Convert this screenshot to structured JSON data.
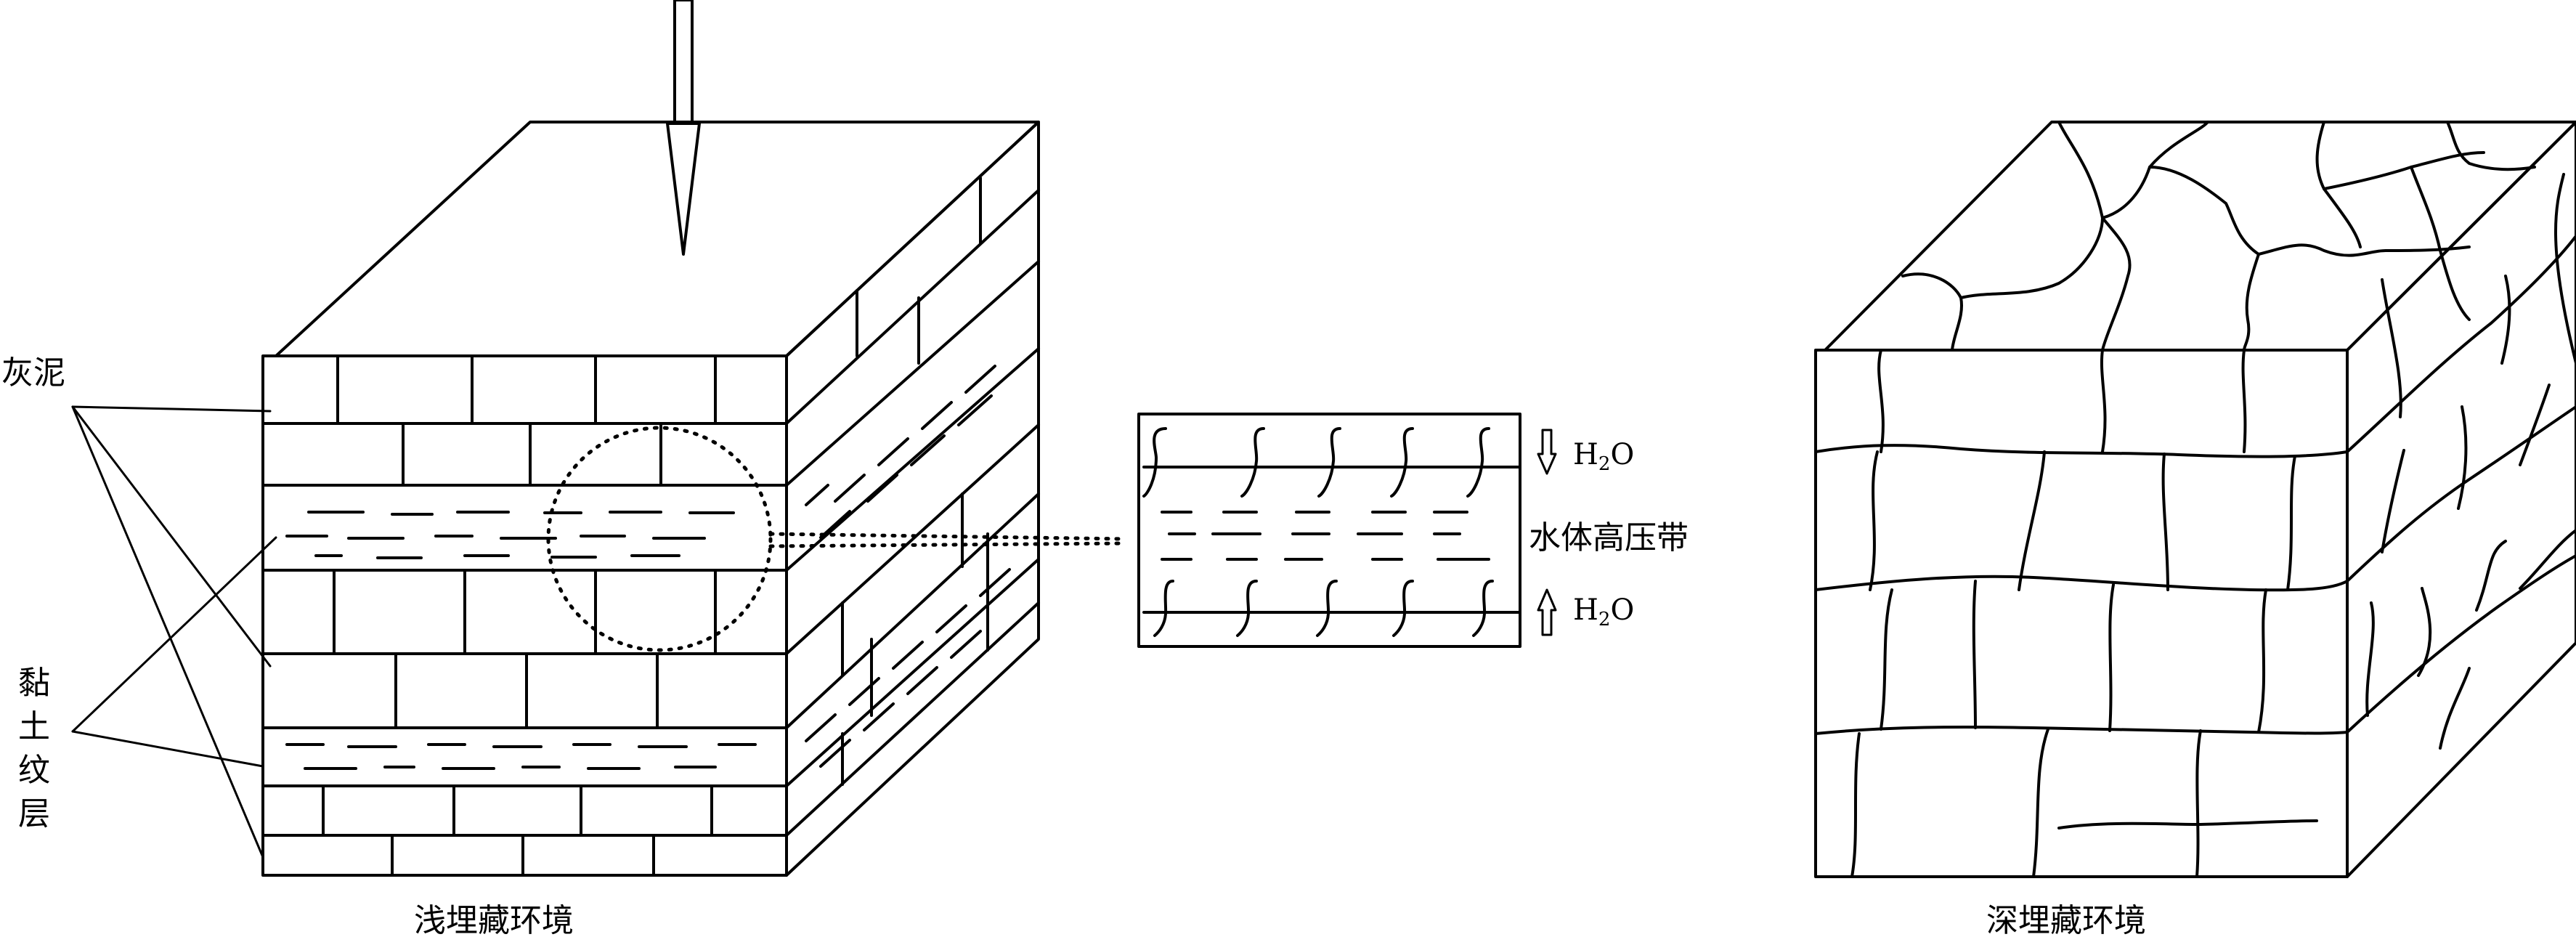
{
  "labels": {
    "limestone": "灰泥",
    "clay_lamina": [
      "黏",
      "土",
      "纹",
      "层"
    ],
    "shallow_caption": "浅埋藏环境",
    "deep_caption": "深埋藏环境",
    "high_pressure_zone": "水体高压带",
    "water_top": {
      "base": "H",
      "sub": "2",
      "tail": "O"
    },
    "water_bottom": {
      "base": "H",
      "sub": "2",
      "tail": "O"
    }
  },
  "colors": {
    "line": "#000000",
    "background": "#ffffff"
  },
  "icons": {
    "top_arrow": "pressure-arrow-down-icon",
    "water_top_arrow": "hollow-arrow-down-icon",
    "water_bottom_arrow": "hollow-arrow-up-icon"
  }
}
